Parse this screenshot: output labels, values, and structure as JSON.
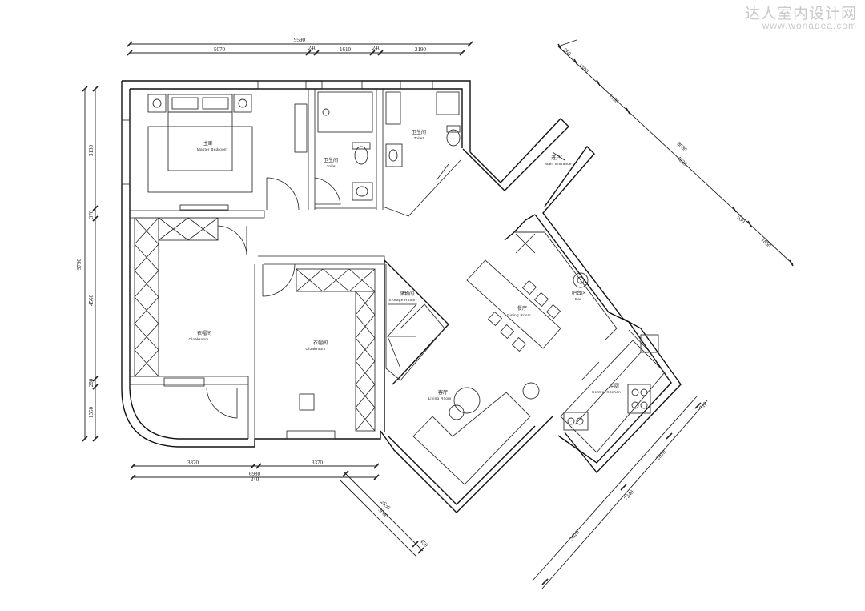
{
  "watermark": {
    "site_cn": "达人室内设计网",
    "site_url": "www.wonadea.com"
  },
  "rooms": {
    "master_bedroom": {
      "cn": "主卧",
      "en": "Master Bedroom"
    },
    "toilet_1": {
      "cn": "卫生间",
      "en": "Toilet"
    },
    "toilet_2": {
      "cn": "卫生间",
      "en": "Toilet"
    },
    "main_entrance": {
      "cn": "进户门",
      "en": "Main Entrance"
    },
    "cloakroom_1": {
      "cn": "衣帽间",
      "en": "Cloakroom"
    },
    "cloakroom_2": {
      "cn": "衣帽间",
      "en": "Cloakroom"
    },
    "storage_room": {
      "cn": "储物间",
      "en": "Storage Room"
    },
    "dining_room": {
      "cn": "餐厅",
      "en": "Dining Room"
    },
    "bar": {
      "cn": "吧台区",
      "en": "Bar"
    },
    "living_room": {
      "cn": "客厅",
      "en": "Living Room"
    },
    "central_kitchen": {
      "cn": "中厨",
      "en": "Central Kitchen"
    }
  },
  "dimensions": {
    "top_total": "9590",
    "top_parts": [
      "5070",
      "240",
      "1610",
      "240",
      "2190"
    ],
    "left_total": "9790",
    "left_parts": [
      "3130",
      "370",
      "4560",
      "280",
      "1350"
    ],
    "bottom_parts": [
      "3370",
      "3370"
    ],
    "bottom_total": "6980",
    "bottom_mid": "240",
    "ne_parts": [
      "260",
      "1300",
      "1130",
      "8030",
      "4230",
      "530",
      "1850"
    ],
    "se_parts": [
      "710",
      "2010",
      "7240",
      "3620"
    ],
    "sw_parts": [
      "2630",
      "3080",
      "450"
    ]
  }
}
